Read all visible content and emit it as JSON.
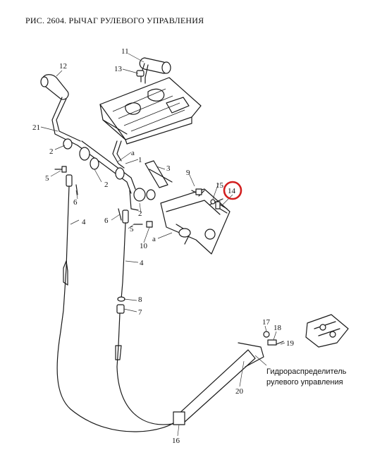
{
  "title": "РИС. 2604. РЫЧАГ РУЛЕВОГО УПРАВЛЕНИЯ",
  "callouts": {
    "c11": "11",
    "c12": "12",
    "c13": "13",
    "c21": "21",
    "c2a": "2",
    "c5a": "5",
    "c6a": "6",
    "c4a": "4",
    "c1": "1",
    "ca1": "a",
    "c3": "3",
    "c2b": "2",
    "c9": "9",
    "c15": "15",
    "c14": "14",
    "c6b": "6",
    "c5b": "5",
    "c2c": "2",
    "c10": "10",
    "ca2": "a",
    "c4b": "4",
    "c8": "8",
    "c7": "7",
    "c17": "17",
    "c18": "18",
    "c19": "19",
    "c20": "20",
    "c16": "16"
  },
  "annotation": {
    "line1": "Гидрораспределитель",
    "line2": "рулевого управления"
  },
  "highlight": {
    "callout": "14",
    "color": "#d21f1f"
  }
}
